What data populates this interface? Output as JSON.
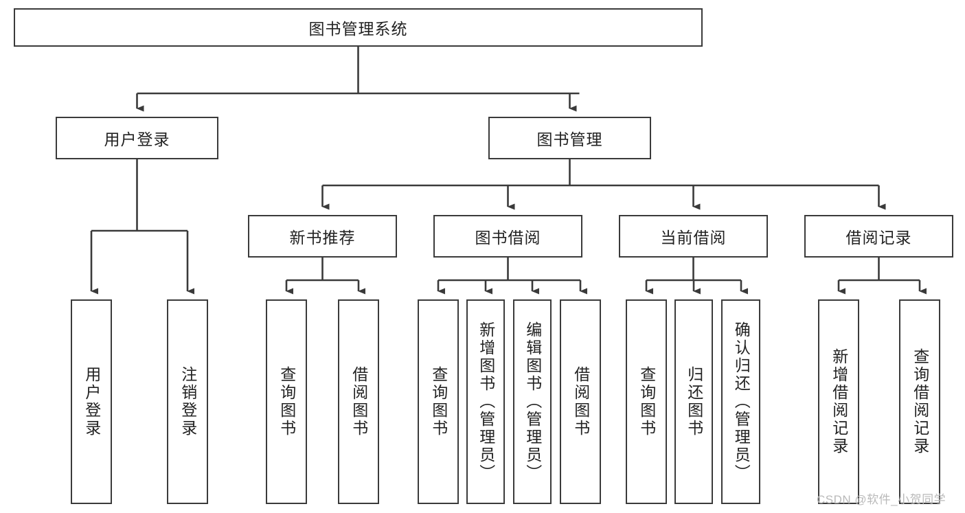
{
  "diagram": {
    "type": "tree",
    "title": "图书管理系统",
    "root": {
      "label": "图书管理系统"
    },
    "level2": [
      {
        "label": "用户登录"
      },
      {
        "label": "图书管理"
      }
    ],
    "level3": [
      {
        "label": "新书推荐"
      },
      {
        "label": "图书借阅"
      },
      {
        "label": "当前借阅"
      },
      {
        "label": "借阅记录"
      }
    ],
    "leaves": {
      "user_login": [
        {
          "label": "用户登录"
        },
        {
          "label": "注销登录"
        }
      ],
      "new_book_recommend": [
        {
          "label": "查询图书"
        },
        {
          "label": "借阅图书"
        }
      ],
      "book_borrow": [
        {
          "label": "查询图书"
        },
        {
          "label": "新增图书（管理员）"
        },
        {
          "label": "编辑图书（管理员）"
        },
        {
          "label": "借阅图书"
        }
      ],
      "current_borrow": [
        {
          "label": "查询图书"
        },
        {
          "label": "归还图书"
        },
        {
          "label": "确认归还（管理员）"
        }
      ],
      "borrow_record": [
        {
          "label": "新增借阅记录"
        },
        {
          "label": "查询借阅记录"
        }
      ]
    }
  },
  "watermark": {
    "text": "CSDN @软件_小贺同学"
  },
  "colors": {
    "stroke": "#3a3a3a",
    "fill": "#ffffff",
    "text": "#222222",
    "watermark": "#b9b9b9"
  }
}
